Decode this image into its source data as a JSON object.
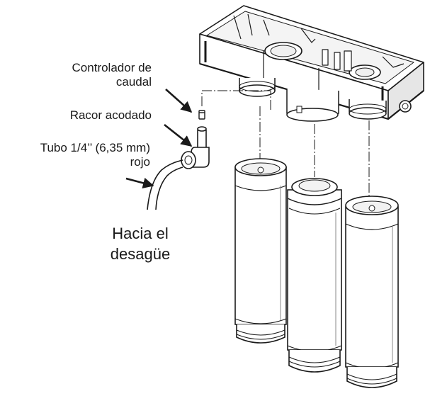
{
  "labels": {
    "flow_controller_line1": "Controlador de",
    "flow_controller_line2": "caudal",
    "elbow_fitting": "Racor acodado",
    "tube_line1": "Tubo 1/4’’ (6,35 mm)",
    "tube_line2": "rojo",
    "drain_line1": "Hacia el",
    "drain_line2": "desagüe"
  },
  "colors": {
    "ink": "#1a1a1a",
    "shade": "#8a8a8a",
    "paper": "#ffffff"
  }
}
